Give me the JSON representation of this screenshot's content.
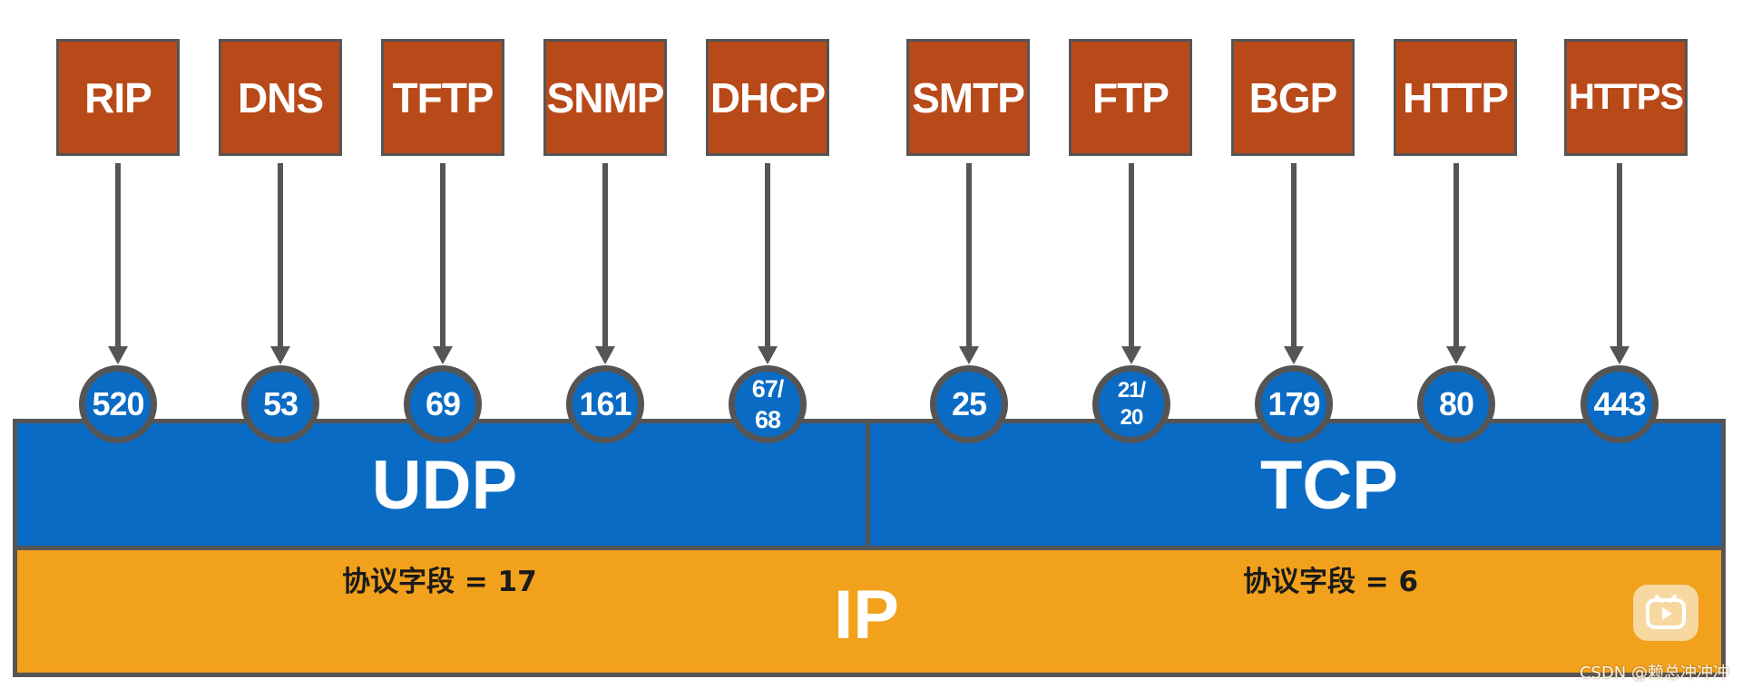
{
  "application_protocols": [
    {
      "label": "RIP"
    },
    {
      "label": "DNS"
    },
    {
      "label": "TFTP"
    },
    {
      "label": "SNMP"
    },
    {
      "label": "DHCP"
    },
    {
      "label": "SMTP"
    },
    {
      "label": "FTP"
    },
    {
      "label": "BGP"
    },
    {
      "label": "HTTP"
    },
    {
      "label": "HTTPS"
    }
  ],
  "ports": [
    {
      "label": "520"
    },
    {
      "label": "53"
    },
    {
      "label": "69"
    },
    {
      "label": "161"
    },
    {
      "label": "67/\n68"
    },
    {
      "label": "25"
    },
    {
      "label": "21/\n20"
    },
    {
      "label": "179"
    },
    {
      "label": "80"
    },
    {
      "label": "443"
    }
  ],
  "transport": {
    "udp_label": "UDP",
    "tcp_label": "TCP"
  },
  "network": {
    "ip_label": "IP",
    "udp_protocol_field": "协议字段 = 17",
    "tcp_protocol_field": "协议字段 = 6"
  },
  "watermark": "CSDN @赖总冲冲冲",
  "colors": {
    "app_box": "#b84a1a",
    "port_circle": "#0a6bc4",
    "transport_bar": "#0a6bc4",
    "ip_bar": "#f2a11c",
    "border": "#555555"
  },
  "icons": {
    "badge": "play-icon"
  }
}
